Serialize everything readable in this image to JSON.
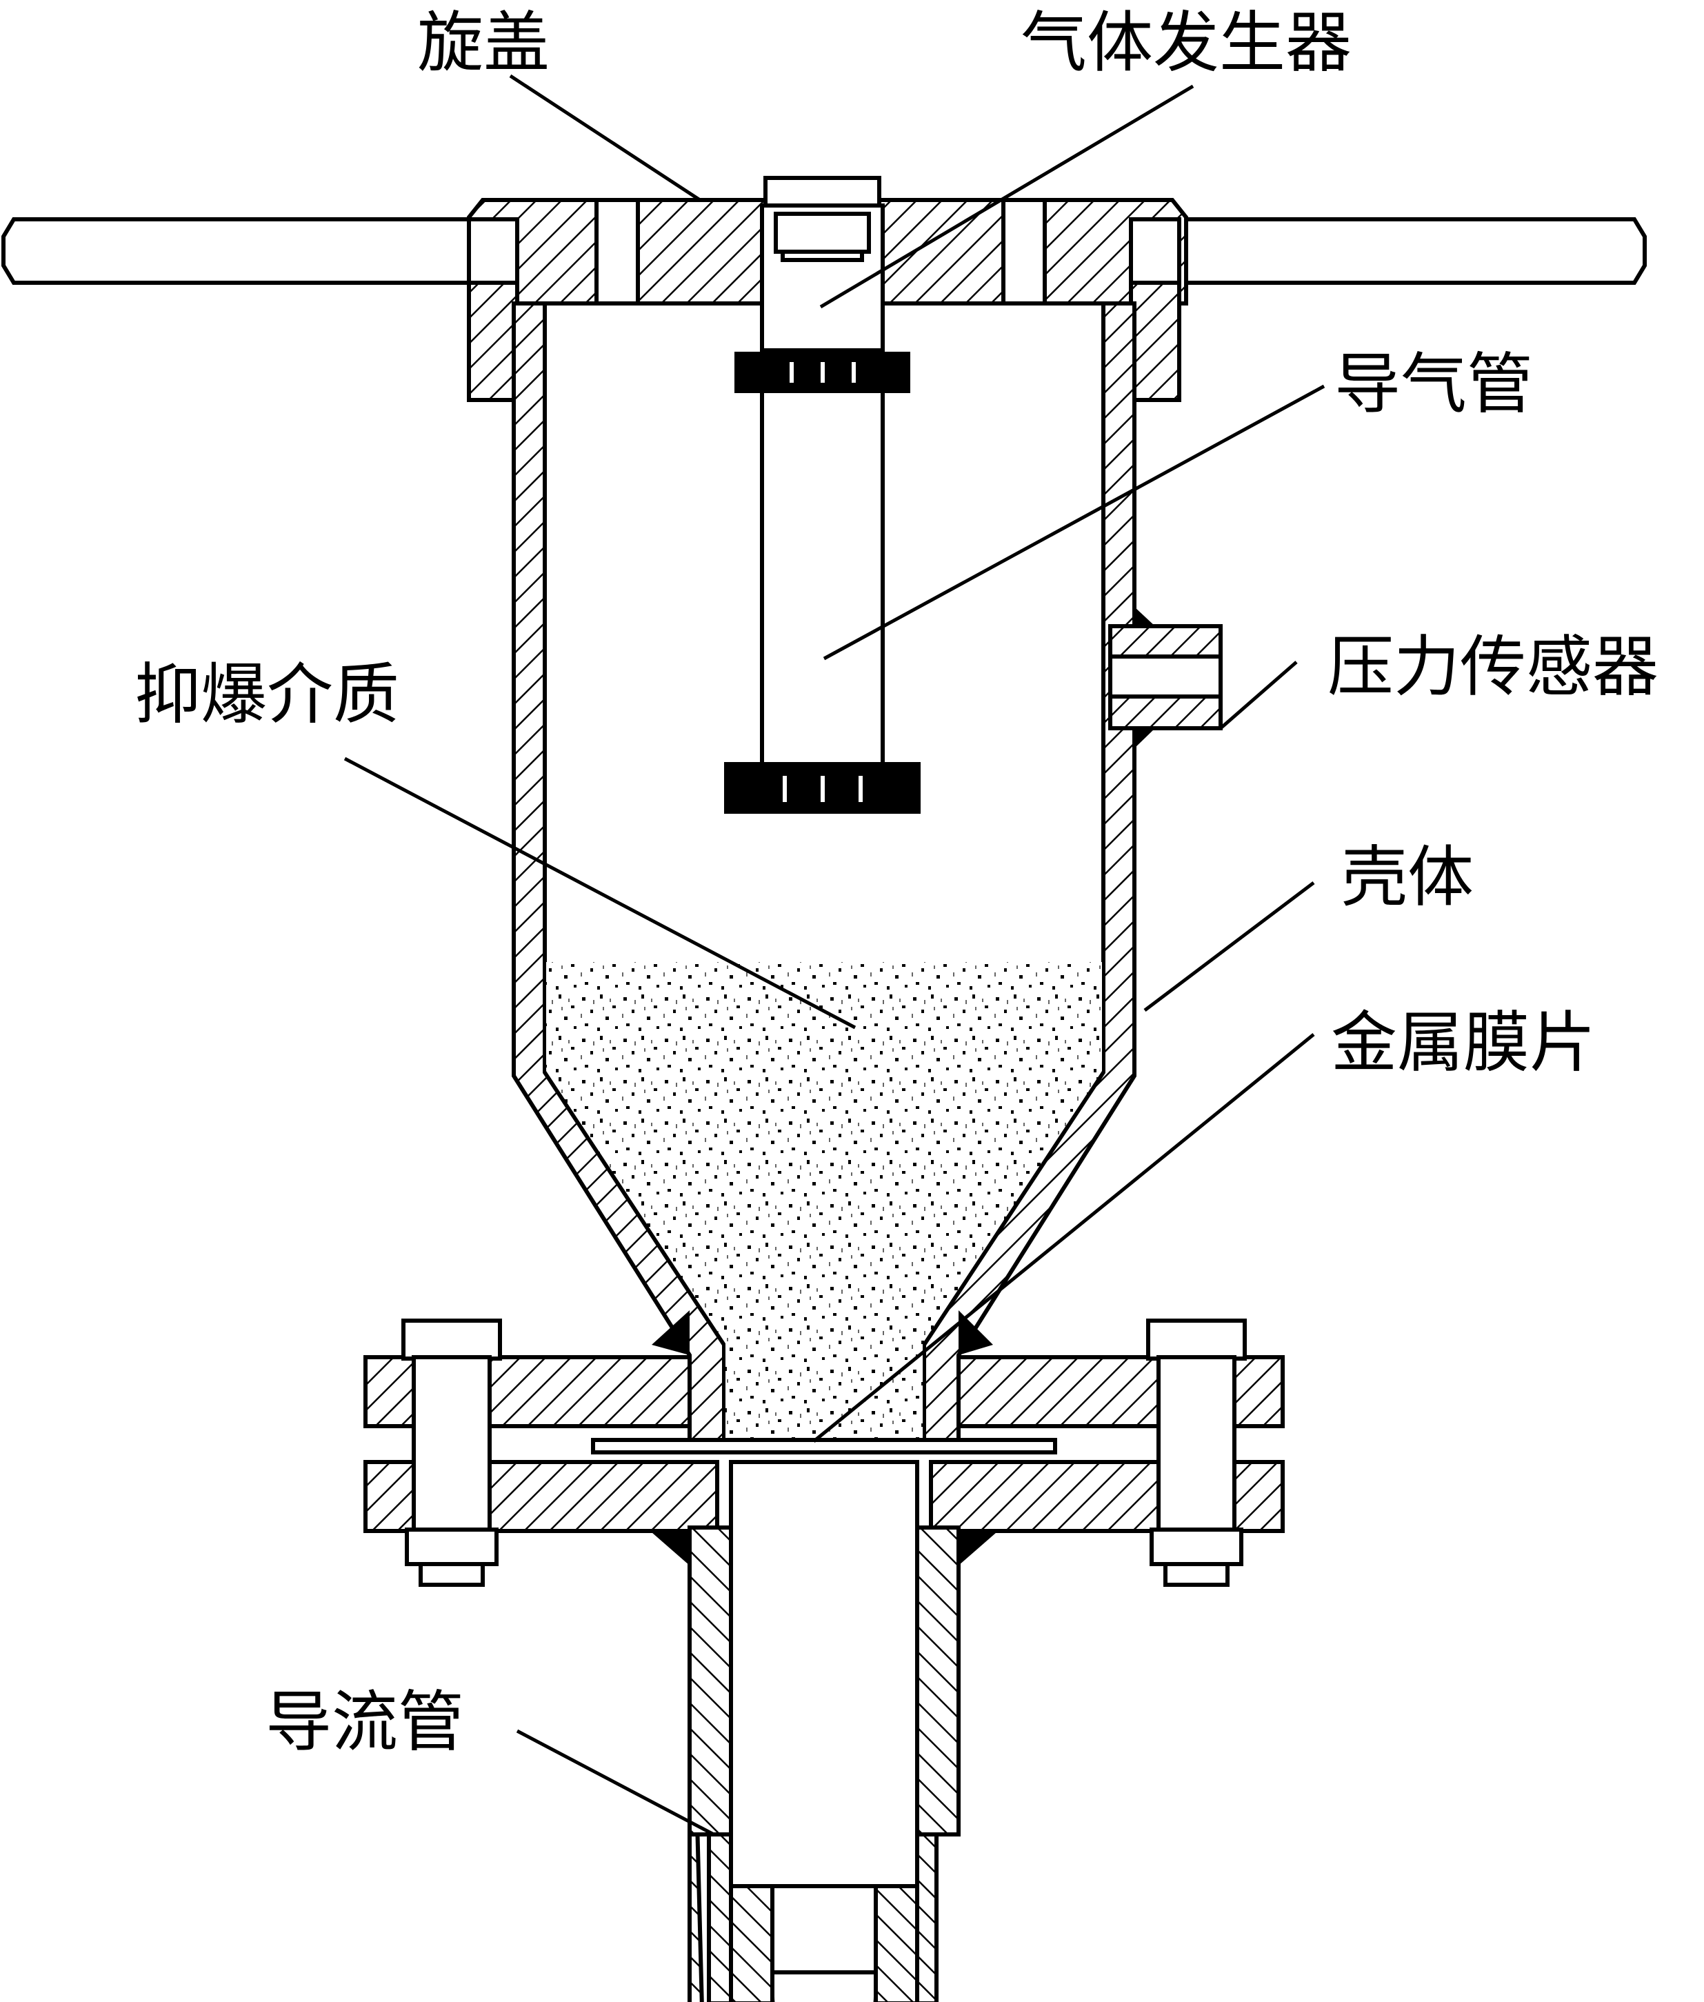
{
  "labels": {
    "cap": "旋盖",
    "gas_generator": "气体发生器",
    "gas_tube": "导气管",
    "pressure_sensor": "压力传感器",
    "suppression_medium": "抑爆介质",
    "shell": "壳体",
    "metal_membrane": "金属膜片",
    "flow_tube": "导流管"
  },
  "colors": {
    "line": "#000000",
    "background": "#ffffff"
  }
}
